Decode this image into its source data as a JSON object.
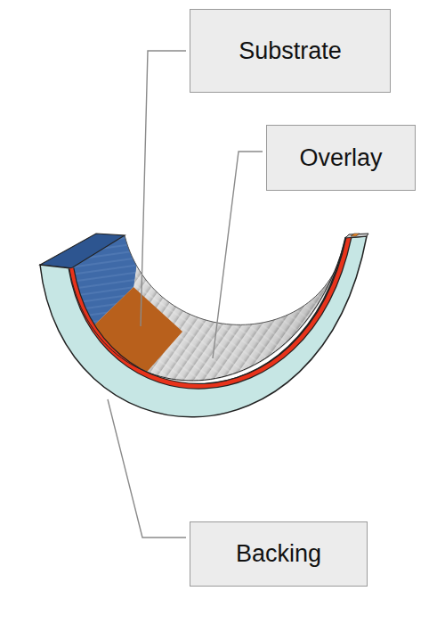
{
  "diagram": {
    "nodes": [
      {
        "text": [
          "Substrate"
        ]
      },
      {
        "text": [
          "Overlay"
        ]
      },
      {
        "text": [
          "Backing"
        ]
      }
    ]
  }
}
